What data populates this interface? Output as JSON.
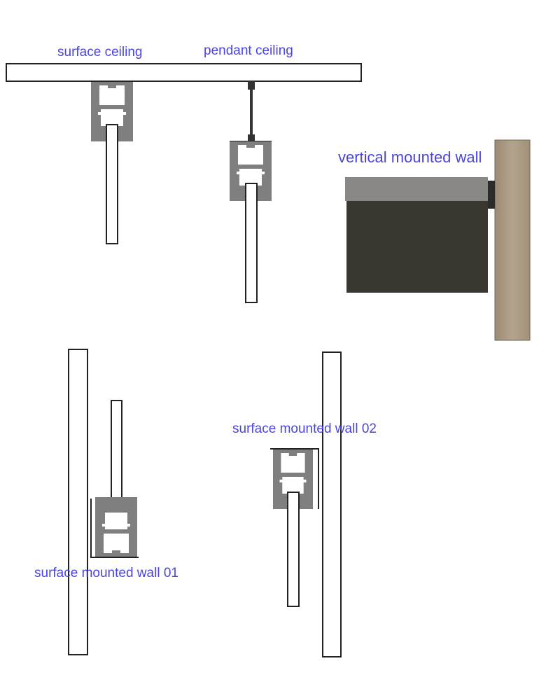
{
  "labels": {
    "surface_ceiling": "surface ceiling",
    "pendant_ceiling": "pendant ceiling",
    "vertical_mounted_wall": "vertical mounted wall",
    "surface_mounted_wall_01": "surface mounted wall 01",
    "surface_mounted_wall_02": "surface mounted wall 02"
  },
  "colors": {
    "label": "#4a45e0",
    "profile": "#7f7f7f",
    "wood": "#a89880",
    "panel_dark": "#3a3630",
    "panel_top": "#8a8885"
  }
}
